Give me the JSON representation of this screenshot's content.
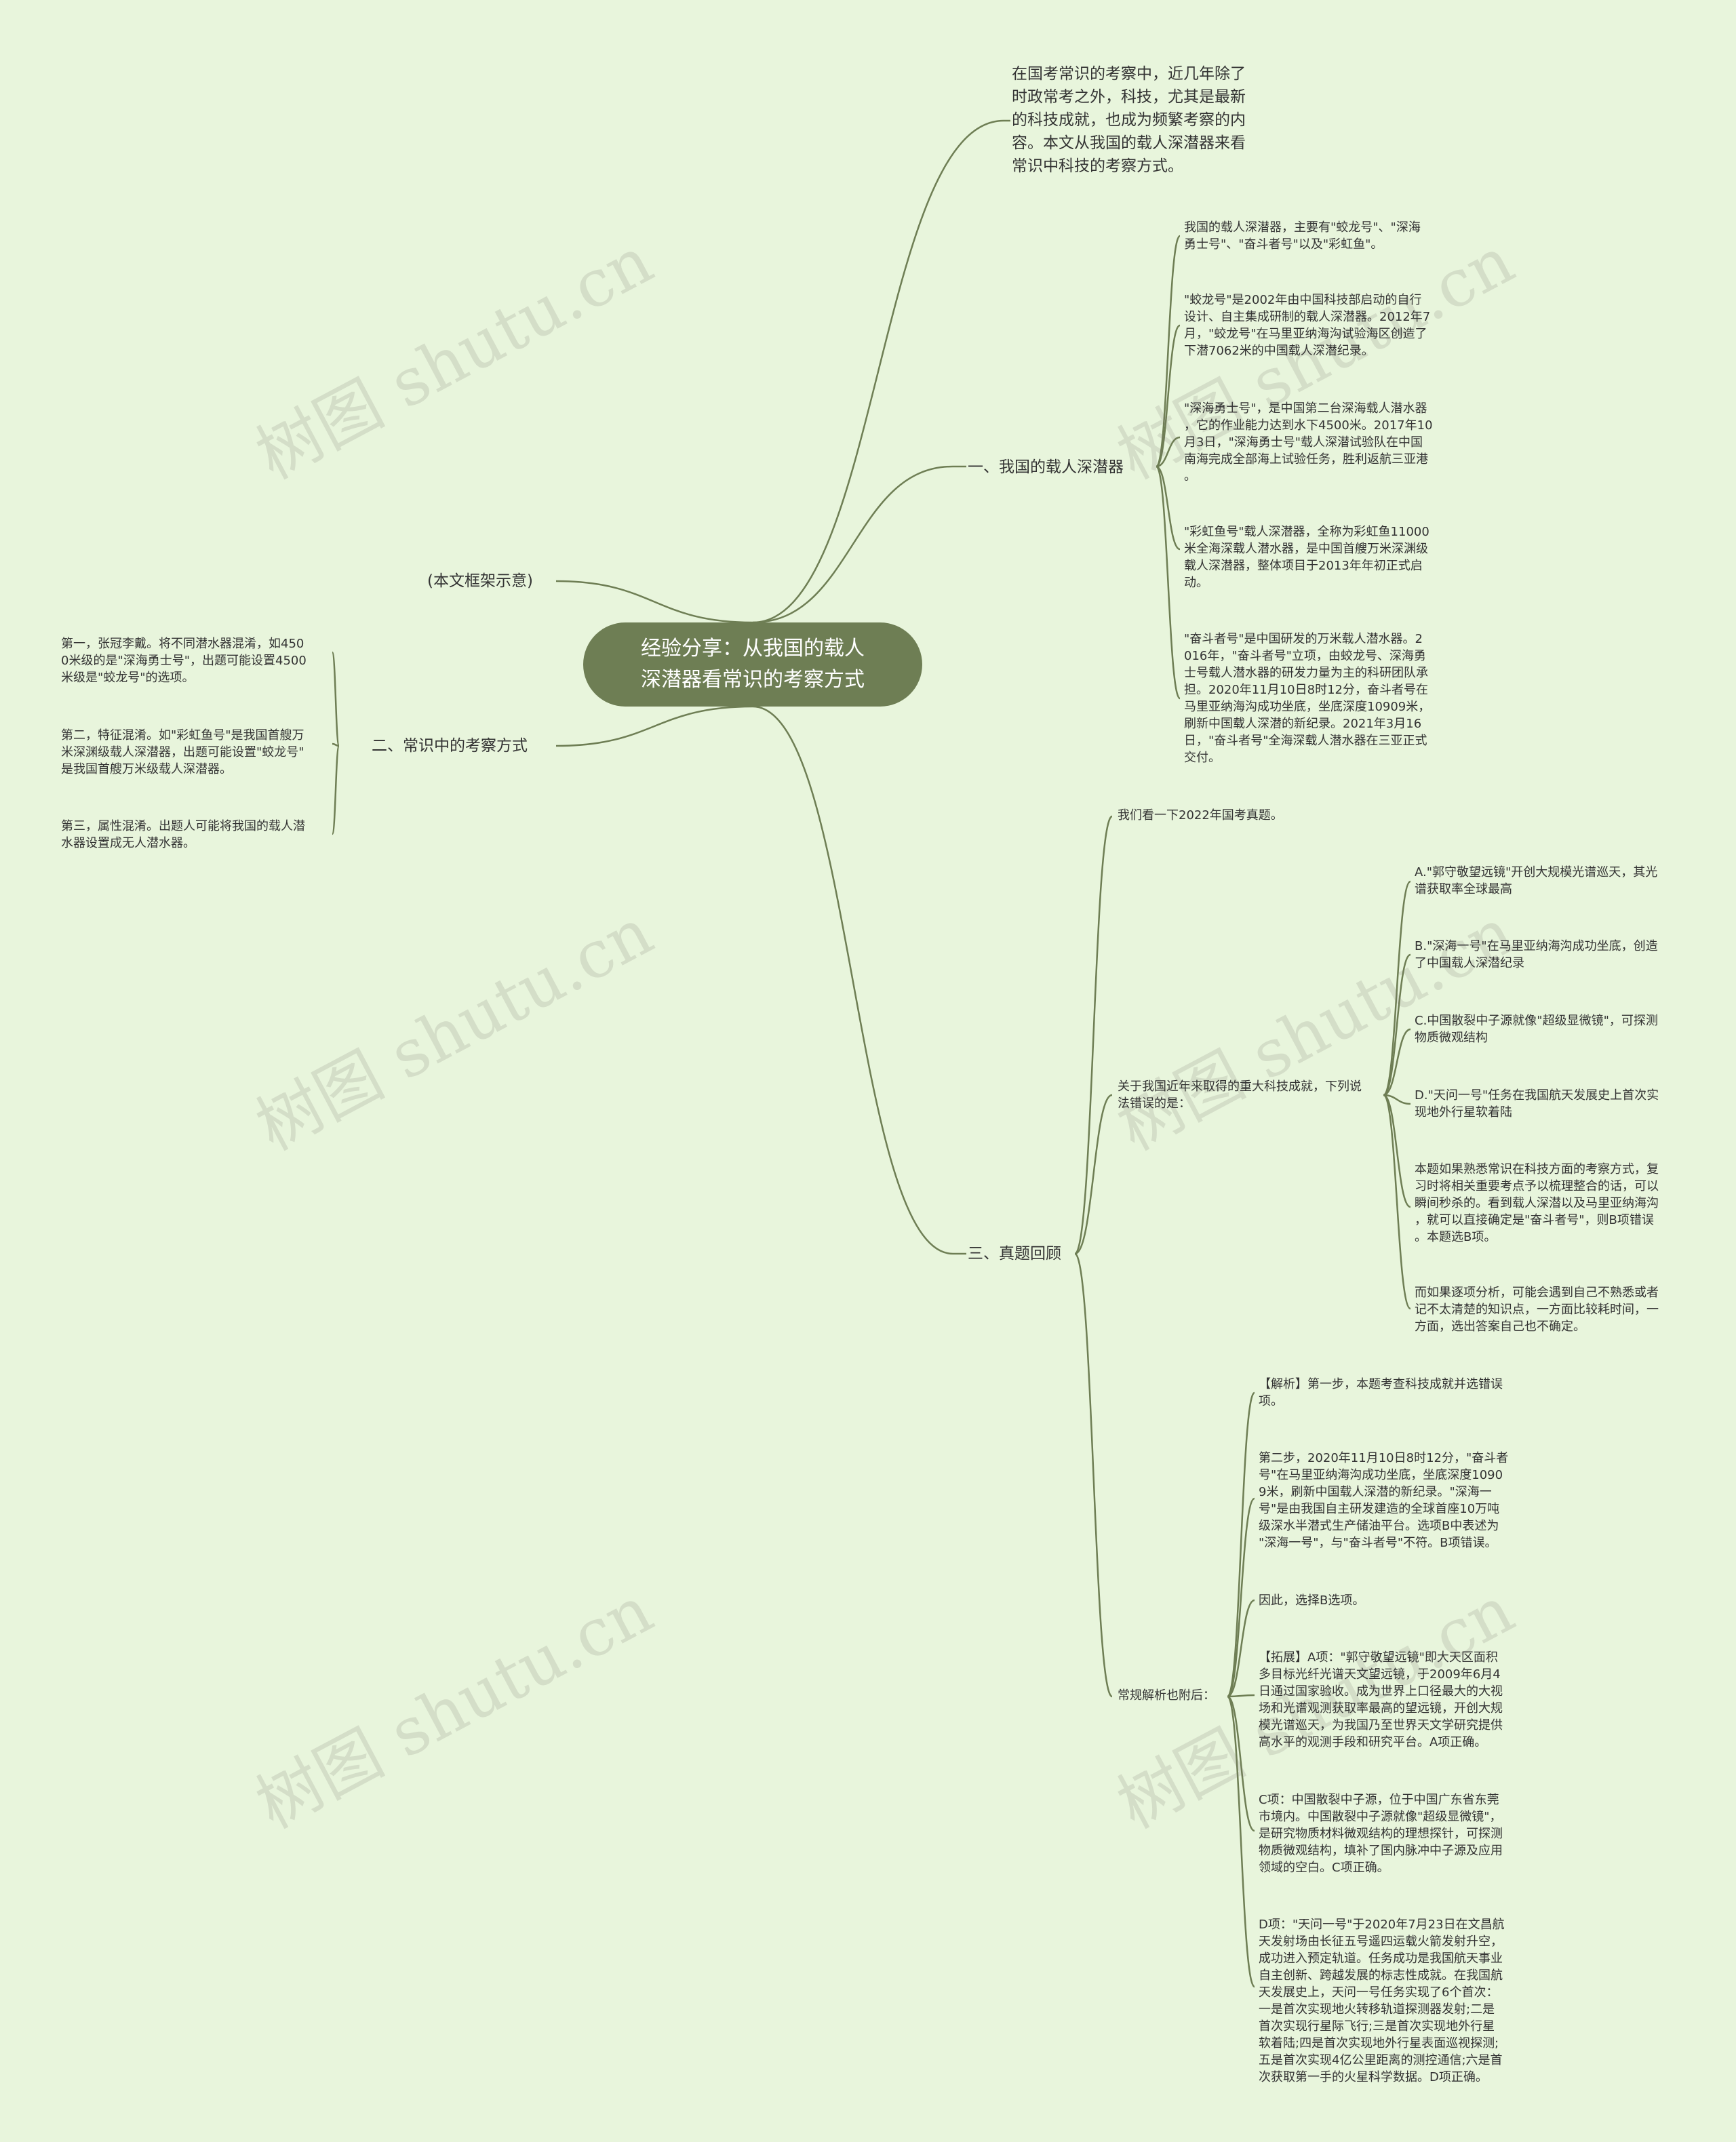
{
  "root": "经验分享：从我国的载人\n深潜器看常识的考察方式",
  "intro": "在国考常识的考察中，近几年除了\n时政常考之外，科技，尤其是最新\n的科技成就，也成为频繁考察的内\n容。本文从我国的载人深潜器来看\n常识中科技的考察方式。",
  "framework_label": "(本文框架示意)",
  "branch1": {
    "title": "一、我国的载人深潜器",
    "items": [
      "我国的载人深潜器，主要有\"蛟龙号\"、\"深海\n勇士号\"、\"奋斗者号\"以及\"彩虹鱼\"。",
      "\"蛟龙号\"是2002年由中国科技部启动的自行\n设计、自主集成研制的载人深潜器。2012年7\n月，\"蛟龙号\"在马里亚纳海沟试验海区创造了\n下潜7062米的中国载人深潜纪录。",
      "\"深海勇士号\"，是中国第二台深海载人潜水器\n，它的作业能力达到水下4500米。2017年10\n月3日，\"深海勇士号\"载人深潜试验队在中国\n南海完成全部海上试验任务，胜利返航三亚港\n。",
      "\"彩虹鱼号\"载人深潜器，全称为彩虹鱼11000\n米全海深载人潜水器，是中国首艘万米深渊级\n载人深潜器，整体项目于2013年年初正式启\n动。",
      "\"奋斗者号\"是中国研发的万米载人潜水器。2\n016年，\"奋斗者号\"立项，由蛟龙号、深海勇\n士号载人潜水器的研发力量为主的科研团队承\n担。2020年11月10日8时12分，奋斗者号在\n马里亚纳海沟成功坐底，坐底深度10909米，\n刷新中国载人深潜的新纪录。2021年3月16\n日，\"奋斗者号\"全海深载人潜水器在三亚正式\n交付。"
    ]
  },
  "branch2": {
    "title": "二、常识中的考察方式",
    "items": [
      "第一，张冠李戴。将不同潜水器混淆，如450\n0米级的是\"深海勇士号\"，出题可能设置4500\n米级是\"蛟龙号\"的选项。",
      "第二，特征混淆。如\"彩虹鱼号\"是我国首艘万\n米深渊级载人深潜器，出题可能设置\"蛟龙号\"\n是我国首艘万米级载人深潜器。",
      "第三，属性混淆。出题人可能将我国的载人潜\n水器设置成无人潜水器。"
    ]
  },
  "branch3": {
    "title": "三、真题回顾",
    "sub1": "我们看一下2022年国考真题。",
    "sub2": "关于我国近年来取得的重大科技成就，下列说\n法错误的是：",
    "sub2_items": [
      "A.\"郭守敬望远镜\"开创大规模光谱巡天，其光\n谱获取率全球最高",
      "B.\"深海一号\"在马里亚纳海沟成功坐底，创造\n了中国载人深潜纪录",
      "C.中国散裂中子源就像\"超级显微镜\"，可探测\n物质微观结构",
      "D.\"天问一号\"任务在我国航天发展史上首次实\n现地外行星软着陆",
      "本题如果熟悉常识在科技方面的考察方式，复\n习时将相关重要考点予以梳理整合的话，可以\n瞬间秒杀的。看到载人深潜以及马里亚纳海沟\n，就可以直接确定是\"奋斗者号\"，则B项错误\n。本题选B项。",
      "而如果逐项分析，可能会遇到自己不熟悉或者\n记不太清楚的知识点，一方面比较耗时间，一\n方面，选出答案自己也不确定。"
    ],
    "sub3": "常规解析也附后：",
    "sub3_items": [
      "【解析】第一步，本题考查科技成就并选错误\n项。",
      "第二步，2020年11月10日8时12分，\"奋斗者\n号\"在马里亚纳海沟成功坐底，坐底深度1090\n9米，刷新中国载人深潜的新纪录。\"深海一\n号\"是由我国自主研发建造的全球首座10万吨\n级深水半潜式生产储油平台。选项B中表述为\n\"深海一号\"，与\"奋斗者号\"不符。B项错误。",
      "因此，选择B选项。",
      "【拓展】A项：\"郭守敬望远镜\"即大天区面积\n多目标光纤光谱天文望远镜，于2009年6月4\n日通过国家验收。成为世界上口径最大的大视\n场和光谱观测获取率最高的望远镜，开创大规\n模光谱巡天，为我国乃至世界天文学研究提供\n高水平的观测手段和研究平台。A项正确。",
      "C项：中国散裂中子源，位于中国广东省东莞\n市境内。中国散裂中子源就像\"超级显微镜\"，\n是研究物质材料微观结构的理想探针，可探测\n物质微观结构，填补了国内脉冲中子源及应用\n领域的空白。C项正确。",
      "D项：\"天问一号\"于2020年7月23日在文昌航\n天发射场由长征五号遥四运载火箭发射升空，\n成功进入预定轨道。任务成功是我国航天事业\n自主创新、跨越发展的标志性成就。在我国航\n天发展史上，天问一号任务实现了6个首次：\n一是首次实现地火转移轨道探测器发射;二是\n首次实现行星际飞行;三是首次实现地外行星\n软着陆;四是首次实现地外行星表面巡视探测;\n五是首次实现4亿公里距离的测控通信;六是首\n次获取第一手的火星科学数据。D项正确。"
    ]
  },
  "watermark": "树图 shutu.cn",
  "colors": {
    "background": "#e8f5dc",
    "root": "#6e7e54",
    "line": "#6e7e54"
  }
}
